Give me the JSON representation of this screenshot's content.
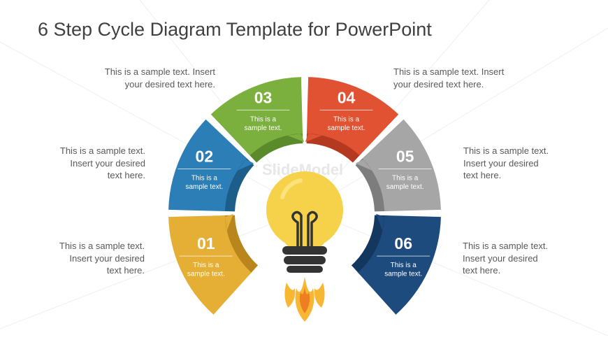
{
  "title": "6 Step Cycle Diagram Template for PowerPoint",
  "watermark": "SlideModel",
  "notes": [
    {
      "id": "note-01",
      "lines": [
        "This is a sample  text.",
        "Insert your desired",
        "text here."
      ]
    },
    {
      "id": "note-02",
      "lines": [
        "This is a sample  text.",
        "Insert your desired",
        "text here."
      ]
    },
    {
      "id": "note-03",
      "lines": [
        "This is a sample  text. Insert",
        "your desired text here."
      ]
    },
    {
      "id": "note-04",
      "lines": [
        "This is a sample  text. Insert",
        "your desired text here."
      ]
    },
    {
      "id": "note-05",
      "lines": [
        "This is a sample  text.",
        "Insert your desired",
        "text here."
      ]
    },
    {
      "id": "note-06",
      "lines": [
        "This is a sample  text.",
        "Insert your desired",
        "text here."
      ]
    }
  ],
  "steps": [
    {
      "number": "01",
      "text": [
        "This is a",
        "sample text."
      ],
      "color": "#E5AE35",
      "shade": "#B9861D"
    },
    {
      "number": "02",
      "text": [
        "This is a",
        "sample text."
      ],
      "color": "#2C7EB6",
      "shade": "#1D5D89"
    },
    {
      "number": "03",
      "text": [
        "This is a",
        "sample text."
      ],
      "color": "#7BAF3E",
      "shade": "#5B8A2A"
    },
    {
      "number": "04",
      "text": [
        "This is a",
        "sample text."
      ],
      "color": "#E05232",
      "shade": "#B33A20"
    },
    {
      "number": "05",
      "text": [
        "This is a",
        "sample text."
      ],
      "color": "#A6A6A6",
      "shade": "#7D7D7D"
    },
    {
      "number": "06",
      "text": [
        "This is a",
        "sample text."
      ],
      "color": "#1E4B7E",
      "shade": "#143760"
    }
  ],
  "bulb": {
    "glass": "#F6D24A",
    "glass_highlight": "#FBE27A",
    "base": "#333333",
    "filament": "#333333",
    "flame_outer": "#F7B733",
    "flame_inner": "#EF7D22"
  }
}
